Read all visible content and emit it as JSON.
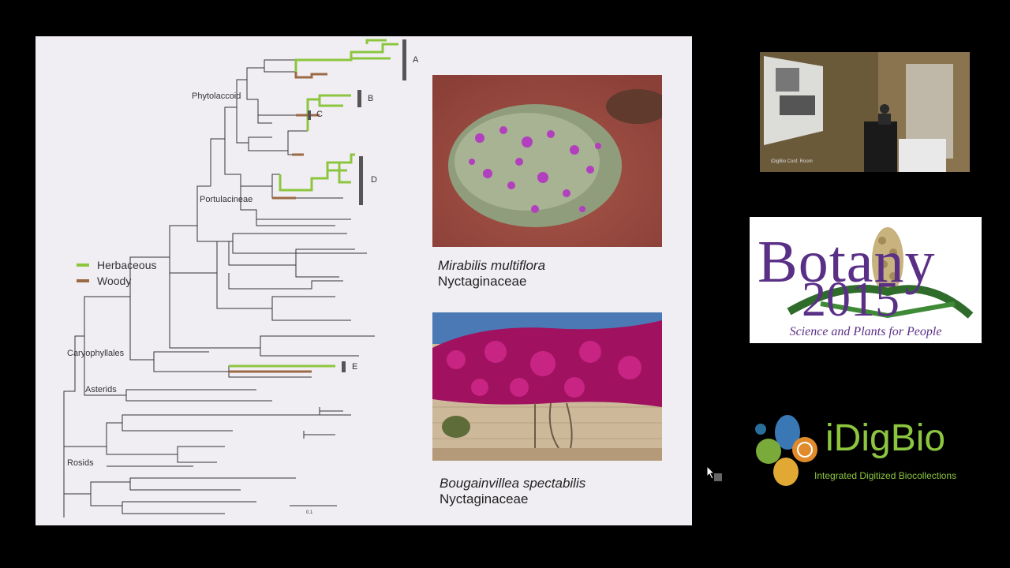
{
  "slide": {
    "clades": {
      "phytolaccoid": "Phytolaccoid",
      "portulacineae": "Portulacineae",
      "caryophyllales": "Caryophyllales",
      "asterids": "Asterids",
      "rosids": "Rosids"
    },
    "markers": [
      "A",
      "B",
      "C",
      "D",
      "E"
    ],
    "legend": [
      {
        "label": "Herbaceous",
        "color": "#8cc63f"
      },
      {
        "label": "Woody",
        "color": "#9b6a45"
      }
    ],
    "scale_label": "0.1",
    "photos": [
      {
        "species": "Mirabilis multiflora",
        "family": "Nyctaginaceae"
      },
      {
        "species": "Bougainvillea spectabilis",
        "family": "Nyctaginaceae"
      }
    ]
  },
  "camera": {
    "room_label": "iDigBio Conf. Room"
  },
  "botany_logo": {
    "word": "Botany",
    "year": "2015",
    "tagline": "Science and Plants for People"
  },
  "idigbio_logo": {
    "name": "iDigBio",
    "subtitle": "Integrated Digitized Biocollections"
  },
  "colors": {
    "herbaceous": "#8cc63f",
    "woody": "#9b6a45",
    "branch": "#333333",
    "botany_purple": "#5a2f86",
    "idigbio_green": "#8cc63f"
  }
}
